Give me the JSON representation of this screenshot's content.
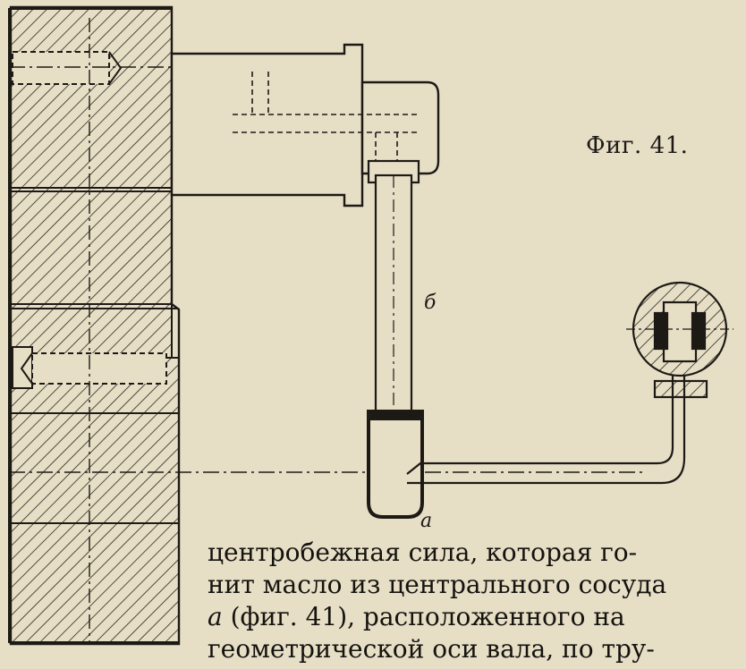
{
  "figure": {
    "caption": "Фиг. 41.",
    "label_b": "б",
    "label_a": "a"
  },
  "text": {
    "line1": "центробежная сила, которая го-",
    "line2": "нит масло из центрального сосуда",
    "line3_italic": "a",
    "line3_rest": " (фиг. 41), расположенного на",
    "line4": "геометрической оси вала, по тру-"
  },
  "colors": {
    "paper": "#e7dec6",
    "ink": "#1d1a16"
  }
}
